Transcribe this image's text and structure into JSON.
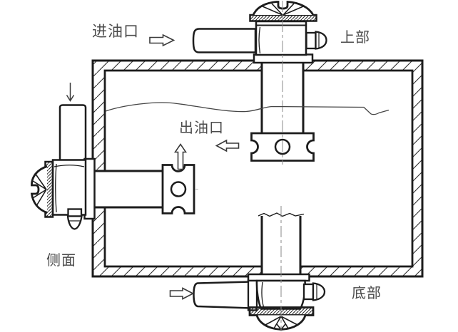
{
  "labels": {
    "oil_inlet": "进油口",
    "top_port": "上部",
    "oil_outlet": "出油口",
    "side_port": "侧面",
    "bottom_port": "底部"
  },
  "colors": {
    "line": "#1c1c1c",
    "text": "#4b4b4b",
    "background": "#ffffff",
    "centerline": "#8a8a8a"
  },
  "icons": {
    "inlet_flow": "arrow-right-icon",
    "outlet_flow": "arrow-left-icon",
    "suction_flow": "arrow-up-icon",
    "bottom_inlet_flow": "arrow-right-icon",
    "side_inlet_flow": "arrow-down-icon"
  }
}
